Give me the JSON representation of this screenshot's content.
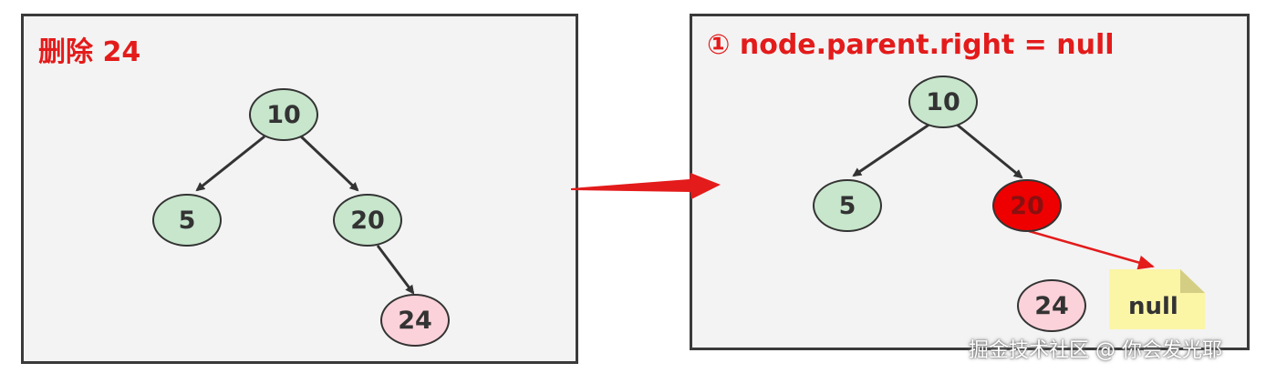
{
  "left_panel": {
    "title": "删除 24",
    "nodes": {
      "root": "10",
      "left": "5",
      "right": "20",
      "right_right": "24"
    }
  },
  "right_panel": {
    "title": "① node.parent.right = null",
    "nodes": {
      "root": "10",
      "left": "5",
      "right": "20",
      "detached": "24"
    },
    "note": "null"
  },
  "watermark": "掘金技术社区 @ 你会发光耶",
  "colors": {
    "title_red": "#e31b1b",
    "node_green": "#c7e6cc",
    "node_pink": "#fbd2da",
    "node_highlight_red": "#ee0000",
    "arrow_red": "#e31b1b",
    "note_yellow": "#fbf5a6"
  }
}
